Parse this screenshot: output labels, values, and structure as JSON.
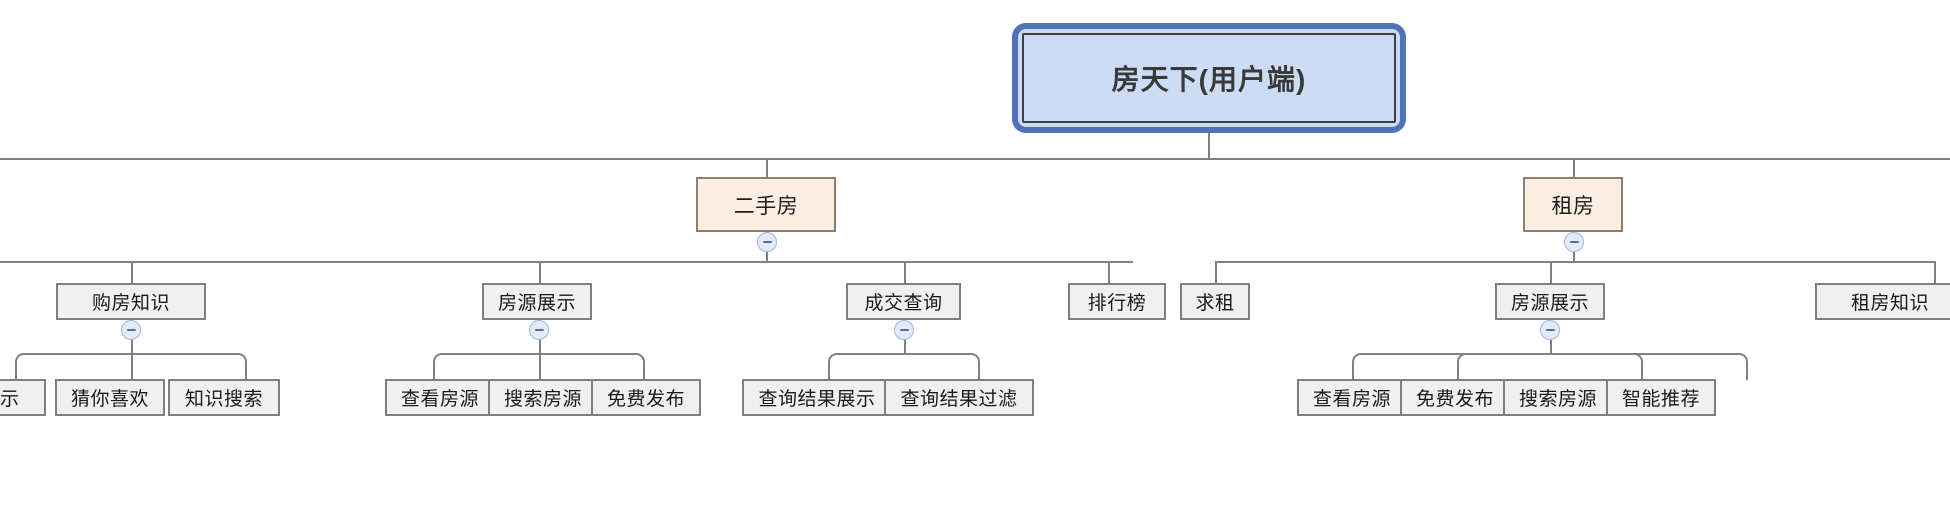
{
  "diagram": {
    "type": "mindmap-tree",
    "title": "房天下(用户端)",
    "colors": {
      "root_fill": "#cddcf5",
      "root_selection_ring": "#4f72b8",
      "category_fill": "#fbeee2",
      "category_border": "#8c8074",
      "leaf_fill": "#f0f0f0",
      "leaf_border": "#808080",
      "connector": "#7f7f85",
      "toggle_fill": "#e3ebfa",
      "toggle_border": "#9fb6dd",
      "toggle_glyph": "#5a6e93",
      "canvas": "#ffffff"
    }
  },
  "root": {
    "label": "房天下(用户端)",
    "selected": true
  },
  "categories": [
    {
      "id": "ershoufang",
      "label": "二手房",
      "collapse_icon": "minus-circle-icon"
    },
    {
      "id": "zufang",
      "label": "租房",
      "collapse_icon": "minus-circle-icon"
    }
  ],
  "branches": {
    "left_partial": {
      "label": "购房知识",
      "collapse_icon": "minus-circle-icon",
      "children": [
        {
          "label": "展示"
        },
        {
          "label": "猜你喜欢"
        },
        {
          "label": "知识搜索"
        }
      ]
    },
    "ershoufang_children": [
      {
        "label": "房源展示",
        "collapse_icon": "minus-circle-icon",
        "children": [
          {
            "label": "查看房源"
          },
          {
            "label": "搜索房源"
          },
          {
            "label": "免费发布"
          }
        ]
      },
      {
        "label": "成交查询",
        "collapse_icon": "minus-circle-icon",
        "children": [
          {
            "label": "查询结果展示"
          },
          {
            "label": "查询结果过滤"
          }
        ]
      },
      {
        "label": "排行榜",
        "children": []
      }
    ],
    "zufang_children": [
      {
        "label": "求租",
        "children": []
      },
      {
        "label": "房源展示",
        "collapse_icon": "minus-circle-icon",
        "children": [
          {
            "label": "查看房源"
          },
          {
            "label": "免费发布"
          },
          {
            "label": "搜索房源"
          },
          {
            "label": "智能推荐"
          }
        ]
      },
      {
        "label": "租房知识",
        "children": []
      }
    ]
  }
}
